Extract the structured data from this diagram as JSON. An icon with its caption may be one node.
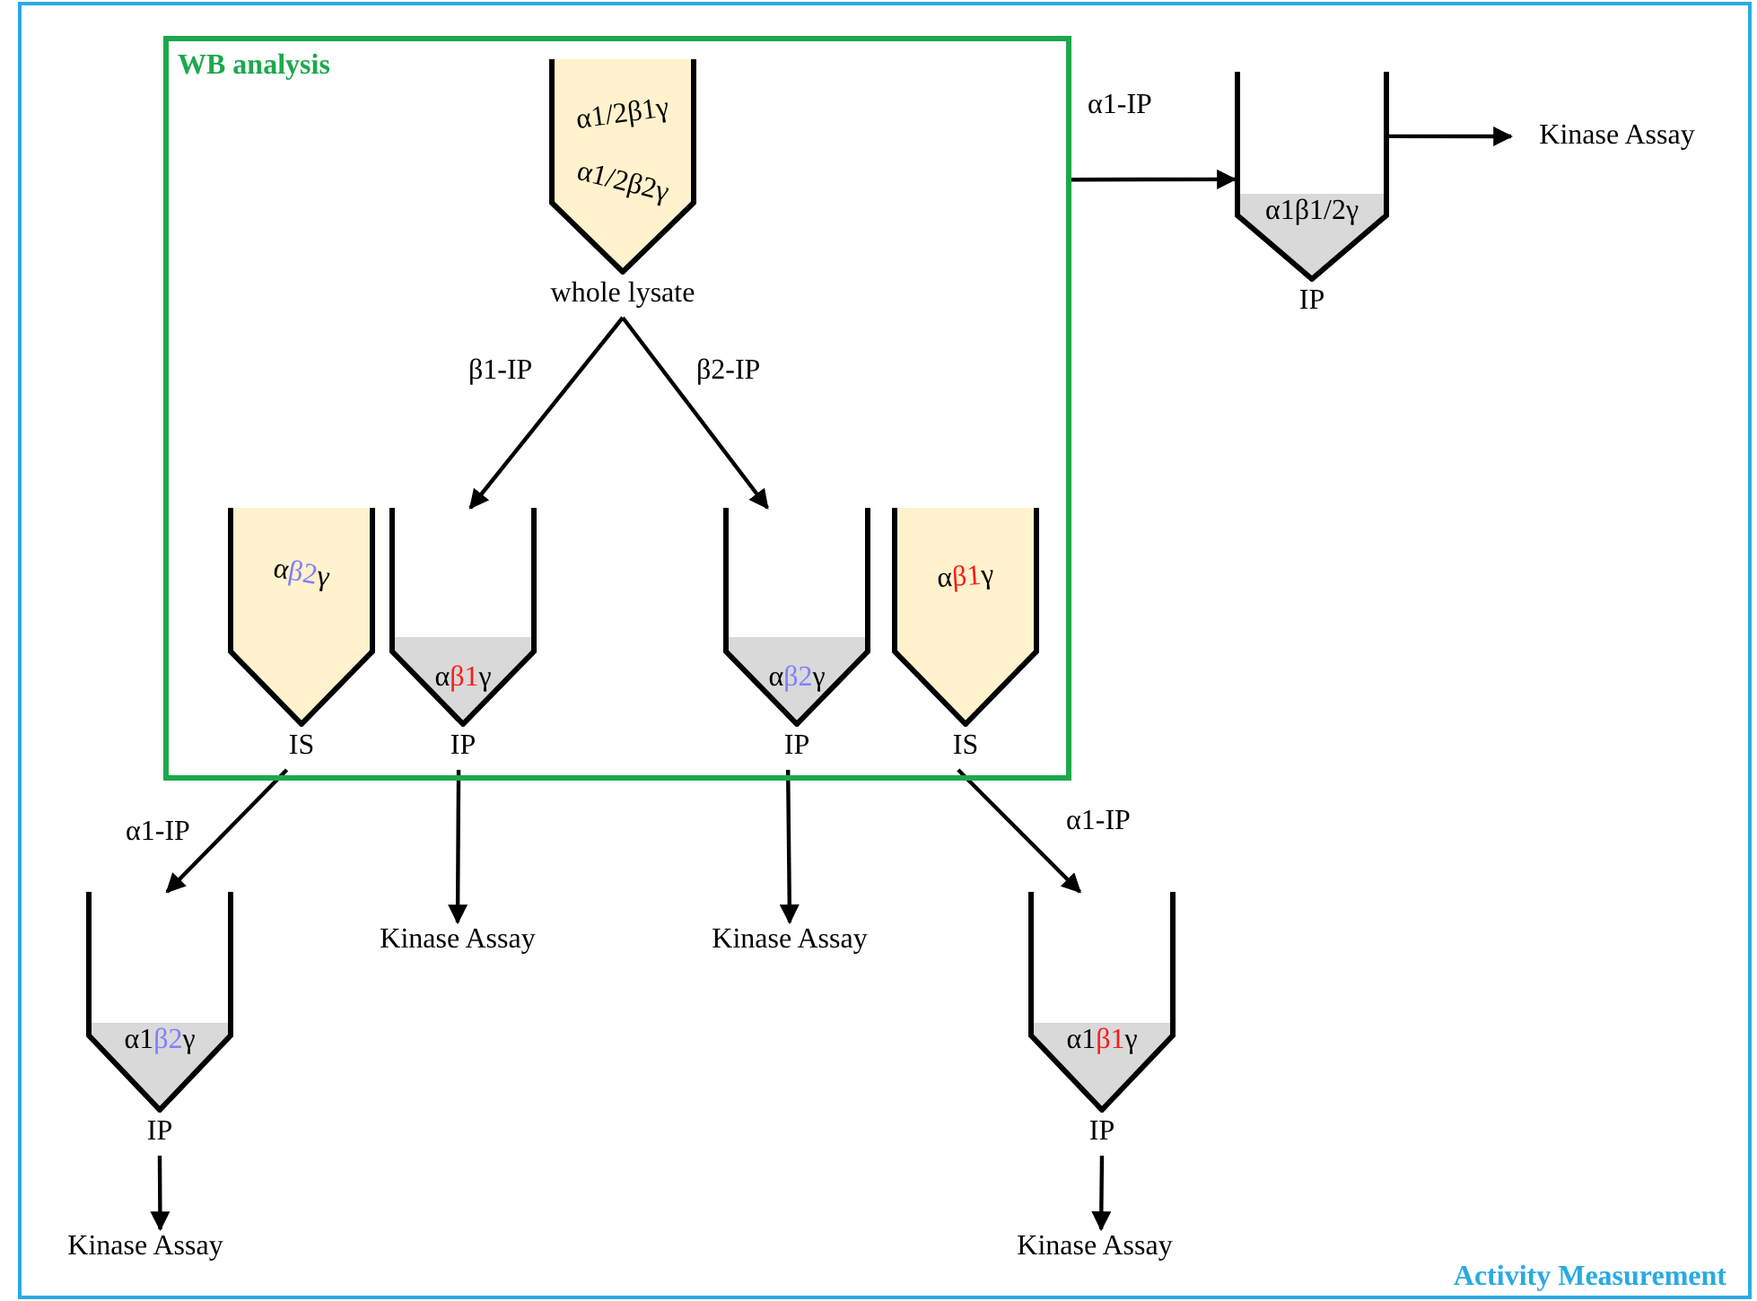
{
  "diagram": {
    "nodes": [
      {
        "text": [
          "Activity Measurement"
        ]
      },
      {
        "text": [
          "WB analysis"
        ],
        "in": 0
      },
      {
        "text": [
          "α1/2β1γ",
          "α1/2β2γ"
        ],
        "beside": [
          "whole lysate"
        ],
        "in": 1
      },
      {
        "text": [
          "αβ2γ"
        ],
        "beside": [
          "IS"
        ],
        "in": 1
      },
      {
        "text": [
          "αβ1γ"
        ],
        "beside": [
          "IP"
        ],
        "in": 1
      },
      {
        "text": [
          "αβ2γ"
        ],
        "beside": [
          "IP"
        ],
        "in": 1
      },
      {
        "text": [
          "αβ1γ"
        ],
        "beside": [
          "IS"
        ],
        "in": 1
      },
      {
        "text": [
          "α1β1/2γ"
        ],
        "beside": [
          "IP"
        ],
        "in": 0
      },
      {
        "text": [
          "Kinase Assay"
        ],
        "in": 0
      },
      {
        "text": [
          "α1β2γ"
        ],
        "beside": [
          "IP"
        ],
        "in": 0
      },
      {
        "text": [
          "Kinase Assay"
        ],
        "in": 0
      },
      {
        "text": [
          "Kinase Assay"
        ],
        "in": 0
      },
      {
        "text": [
          "α1β1γ"
        ],
        "beside": [
          "IP"
        ],
        "in": 0
      },
      {
        "text": [
          "Kinase Assay"
        ],
        "in": 0
      },
      {
        "text": [
          "Kinase Assay"
        ],
        "in": 0
      }
    ],
    "edges": [
      {
        "from": 2,
        "to": 4,
        "arrow": "to",
        "label": "β1-IP"
      },
      {
        "from": 2,
        "to": 5,
        "arrow": "to",
        "label": "β2-IP"
      },
      {
        "from": 1,
        "to": 7,
        "arrow": "to",
        "label": "α1-IP"
      },
      {
        "from": 7,
        "to": 8,
        "arrow": "to"
      },
      {
        "from": 3,
        "to": 9,
        "arrow": "to",
        "label": "α1-IP"
      },
      {
        "from": 4,
        "to": 10,
        "arrow": "to"
      },
      {
        "from": 5,
        "to": 11,
        "arrow": "to"
      },
      {
        "from": 6,
        "to": 12,
        "arrow": "to",
        "label": "α1-IP"
      },
      {
        "from": 9,
        "to": 13,
        "arrow": "to"
      },
      {
        "from": 12,
        "to": 14,
        "arrow": "to"
      }
    ]
  }
}
